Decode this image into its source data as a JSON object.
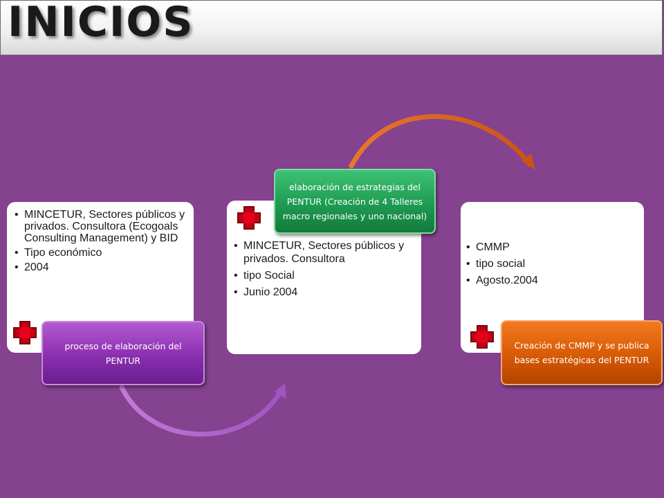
{
  "title": "INICIOS",
  "colors": {
    "background": "#84428f",
    "box_purple": "#8a2fb0",
    "box_green": "#1e9b52",
    "box_orange": "#d75a05",
    "arrow_top": "#e06a2a",
    "arrow_bottom": "#b06ac8",
    "cross": "#c00018"
  },
  "icons": [
    "cross-icon",
    "arrow-icon"
  ],
  "stages": [
    {
      "bullets": [
        "MINCETUR, Sectores públicos y privados. Consultora (Ecogoals Consulting Management) y BID",
        "Tipo económico",
        "2004"
      ],
      "label": "proceso de elaboración del PENTUR"
    },
    {
      "bullets": [
        "MINCETUR, Sectores públicos y privados. Consultora",
        "tipo Social",
        "Junio 2004"
      ],
      "label": "elaboración de estrategias del PENTUR (Creación de 4 Talleres macro regionales y uno nacional)"
    },
    {
      "bullets": [
        "CMMP",
        "tipo social",
        "Agosto.2004"
      ],
      "label": "Creación de CMMP y se publica bases estratégicas del PENTUR"
    }
  ]
}
